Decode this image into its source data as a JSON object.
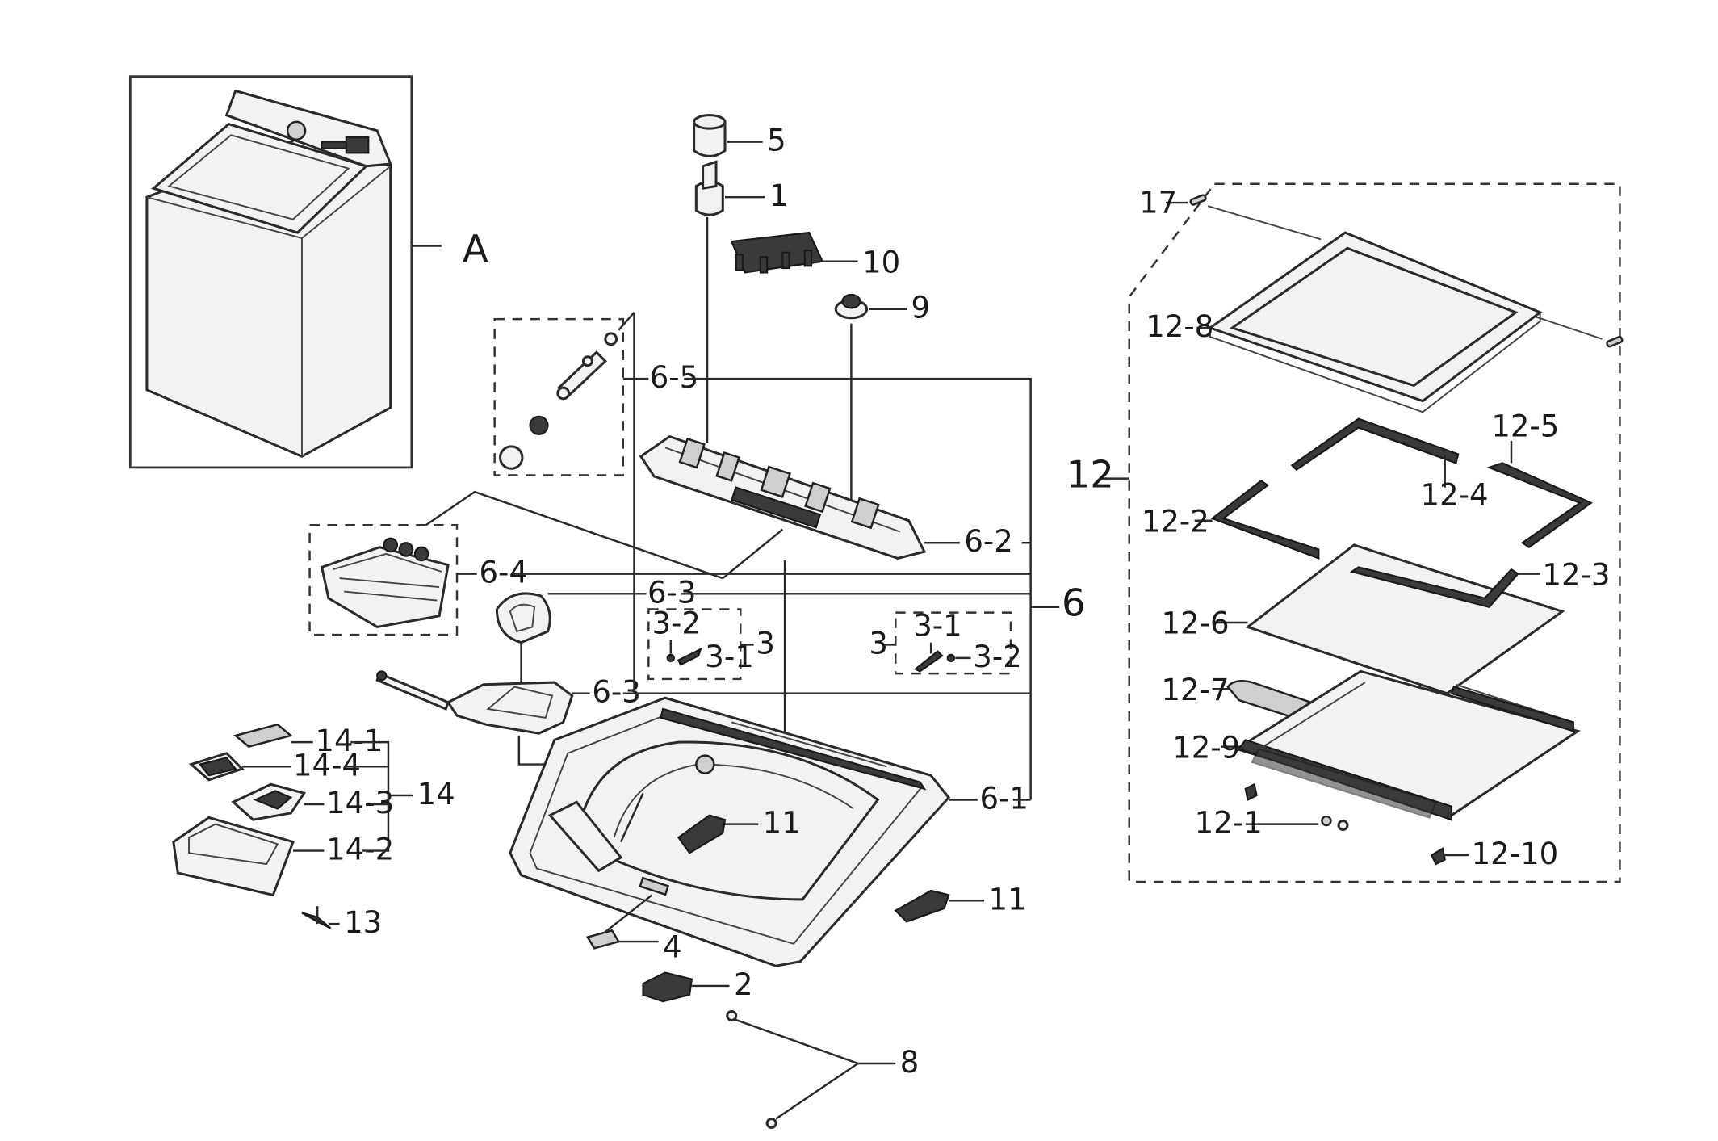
{
  "labels": {
    "A": "A",
    "p1": "1",
    "p2": "2",
    "p3a": "3",
    "p3b": "3",
    "p3_1a": "3-1",
    "p3_1b": "3-1",
    "p3_2a": "3-2",
    "p3_2b": "3-2",
    "p4": "4",
    "p5": "5",
    "p6": "6",
    "p6_1": "6-1",
    "p6_2": "6-2",
    "p6_3a": "6-3",
    "p6_3b": "6-3",
    "p6_4": "6-4",
    "p6_5": "6-5",
    "p8": "8",
    "p9": "9",
    "p10": "10",
    "p11a": "11",
    "p11b": "11",
    "p12": "12",
    "p12_1": "12-1",
    "p12_2": "12-2",
    "p12_3": "12-3",
    "p12_4": "12-4",
    "p12_5": "12-5",
    "p12_6": "12-6",
    "p12_7": "12-7",
    "p12_8": "12-8",
    "p12_9": "12-9",
    "p12_10": "12-10",
    "p13": "13",
    "p14": "14",
    "p14_1": "14-1",
    "p14_2": "14-2",
    "p14_3": "14-3",
    "p14_4": "14-4",
    "p17": "17"
  }
}
